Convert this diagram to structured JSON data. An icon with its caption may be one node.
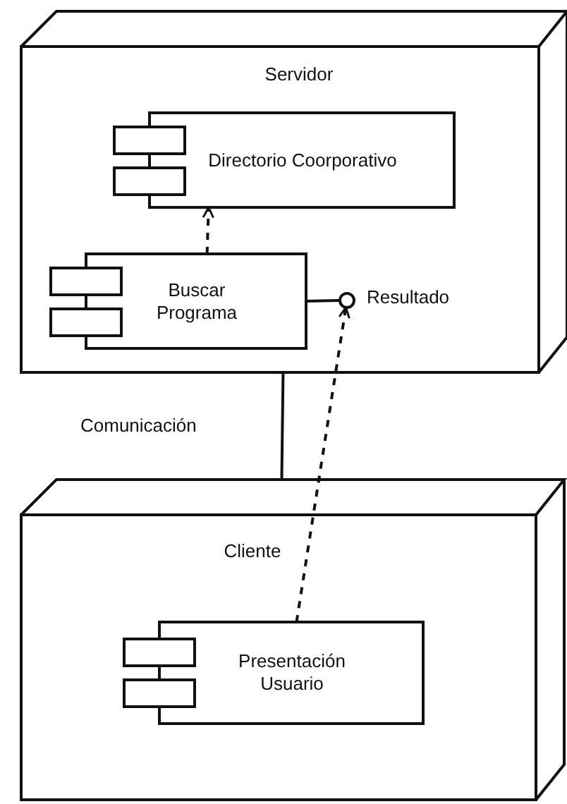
{
  "diagram": {
    "nodes": [
      {
        "text": [
          "Servidor"
        ]
      },
      {
        "text": [
          "Directorio Coorporativo"
        ],
        "in": 0
      },
      {
        "text": [
          "Buscar Programa"
        ],
        "in": 0
      },
      {
        "text": [],
        "shape": "circle",
        "beside": [
          "Resultado"
        ],
        "in": 0
      },
      {
        "text": [
          "Cliente"
        ]
      },
      {
        "text": [
          "Presentación Usuario"
        ],
        "in": 4
      }
    ],
    "edges": [
      {
        "from": 2,
        "to": 1,
        "arrow": "to",
        "style": "dashed"
      },
      {
        "from": 2,
        "to": 3,
        "arrow": "none"
      },
      {
        "from": 5,
        "to": 3,
        "arrow": "to",
        "style": "dashed"
      },
      {
        "from": 0,
        "to": 4,
        "arrow": "none",
        "label": "Comunicación"
      }
    ]
  }
}
